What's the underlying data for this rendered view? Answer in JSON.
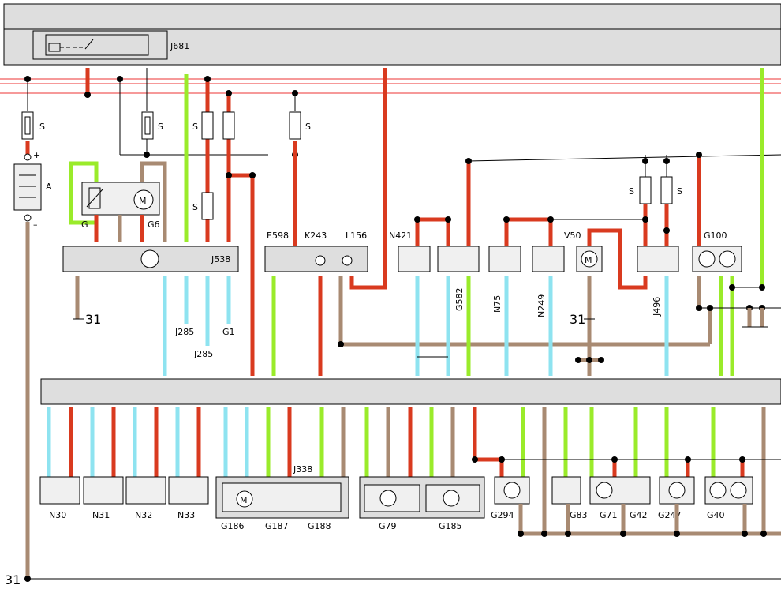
{
  "labels": {
    "relay": "J681",
    "battery": "A",
    "fuse": "S",
    "ground": "31",
    "sensor_g": "G",
    "motor_g6": "G6",
    "j538": "J538",
    "j285": "J285",
    "g1": "G1",
    "e598": "E598",
    "k243": "K243",
    "l156": "L156",
    "n421": "N421",
    "g582": "G582",
    "n75": "N75",
    "n249": "N249",
    "v50": "V50",
    "j496": "J496",
    "g100": "G100",
    "n30": "N30",
    "n31": "N31",
    "n32": "N32",
    "n33": "N33",
    "j338": "J338",
    "g186": "G186",
    "g187": "G187",
    "g188": "G188",
    "g79": "G79",
    "g185": "G185",
    "g294": "G294",
    "g83": "G83",
    "g71": "G71",
    "g42": "G42",
    "g247": "G247",
    "g40": "G40",
    "plus": "+",
    "minus": "–",
    "motor_symbol": "M"
  },
  "colors": {
    "red": "#d93a1f",
    "green": "#9aeb2a",
    "brown": "#a88a72",
    "cyan": "#8ee3f0",
    "box": "#dedede"
  }
}
